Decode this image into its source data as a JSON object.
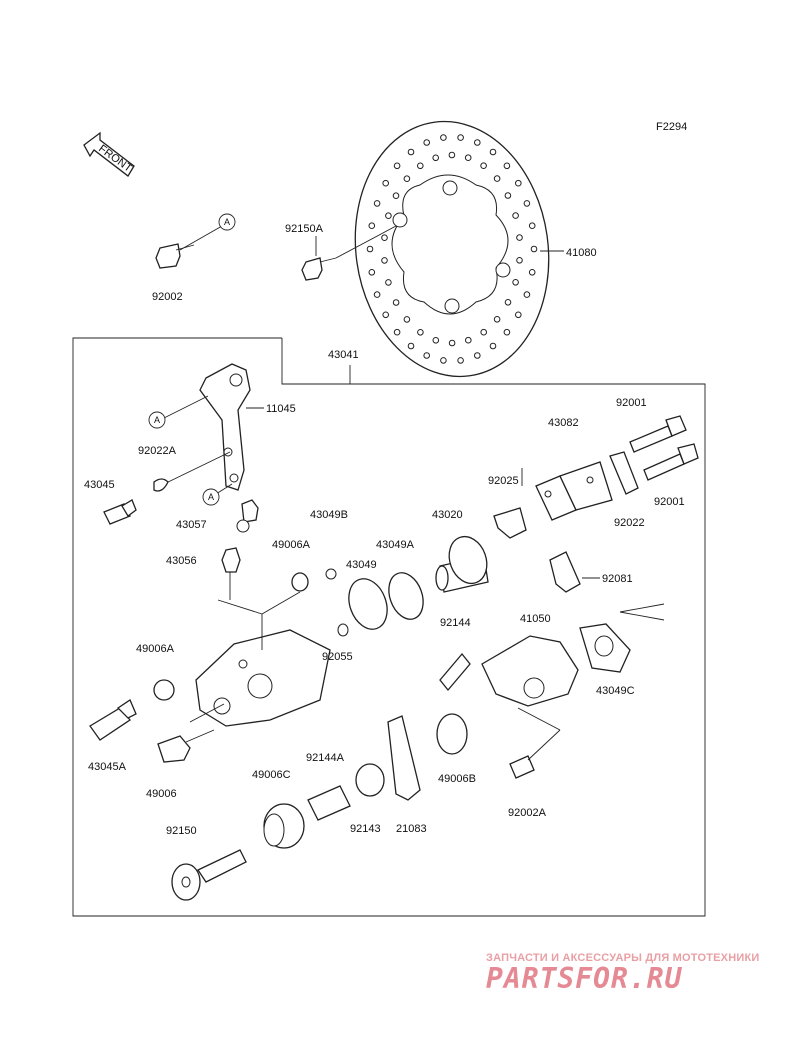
{
  "diagram": {
    "code": "F2294",
    "front_label": "FRONT",
    "ref_marker": "A",
    "parts": [
      {
        "id": "p92002",
        "text": "92002"
      },
      {
        "id": "p92150A",
        "text": "92150A"
      },
      {
        "id": "p41080",
        "text": "41080"
      },
      {
        "id": "p43041",
        "text": "43041"
      },
      {
        "id": "p11045",
        "text": "11045"
      },
      {
        "id": "p92001a",
        "text": "92001"
      },
      {
        "id": "p43082",
        "text": "43082"
      },
      {
        "id": "p92022A",
        "text": "92022A"
      },
      {
        "id": "p43045",
        "text": "43045"
      },
      {
        "id": "p92025",
        "text": "92025"
      },
      {
        "id": "p92001b",
        "text": "92001"
      },
      {
        "id": "p43057",
        "text": "43057"
      },
      {
        "id": "p43049B",
        "text": "43049B"
      },
      {
        "id": "p43020",
        "text": "43020"
      },
      {
        "id": "p92022",
        "text": "92022"
      },
      {
        "id": "p49006A1",
        "text": "49006A"
      },
      {
        "id": "p43049A",
        "text": "43049A"
      },
      {
        "id": "p43056",
        "text": "43056"
      },
      {
        "id": "p43049",
        "text": "43049"
      },
      {
        "id": "p92081",
        "text": "92081"
      },
      {
        "id": "p92144",
        "text": "92144"
      },
      {
        "id": "p41050",
        "text": "41050"
      },
      {
        "id": "p49006A2",
        "text": "49006A"
      },
      {
        "id": "p92055",
        "text": "92055"
      },
      {
        "id": "p43049C",
        "text": "43049C"
      },
      {
        "id": "p43045A",
        "text": "43045A"
      },
      {
        "id": "p49006B",
        "text": "49006B"
      },
      {
        "id": "p49006",
        "text": "49006"
      },
      {
        "id": "p92144A",
        "text": "92144A"
      },
      {
        "id": "p92002A",
        "text": "92002A"
      },
      {
        "id": "p49006C",
        "text": "49006C"
      },
      {
        "id": "p92143",
        "text": "92143"
      },
      {
        "id": "p21083",
        "text": "21083"
      },
      {
        "id": "p92150",
        "text": "92150"
      }
    ]
  },
  "watermark": {
    "tagline": "ЗАПЧАСТИ И АКСЕССУАРЫ ДЛЯ МОТОТЕХНИКИ",
    "logo": "PARTSFOR.RU"
  }
}
